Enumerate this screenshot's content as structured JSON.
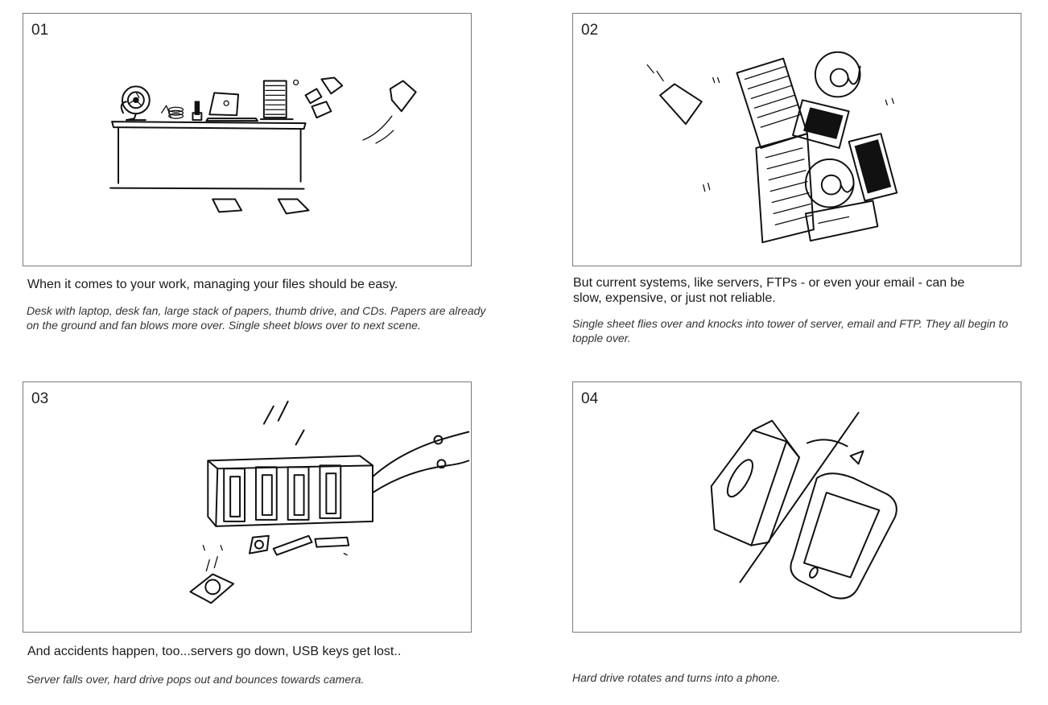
{
  "panels": [
    {
      "number": "01",
      "caption": "When it comes to your work, managing your files should be easy.",
      "note": "Desk with laptop, desk fan, large stack of papers, thumb drive, and CDs. Papers are already on the ground and fan blows more over. Single sheet blows over to next scene."
    },
    {
      "number": "02",
      "caption": "But current systems, like servers, FTPs - or even your email - can be slow, expensive, or just not reliable.",
      "note": "Single sheet flies over and knocks into tower of server, email and FTP. They all begin to topple over."
    },
    {
      "number": "03",
      "caption": "And accidents happen, too...servers go down, USB keys get lost..",
      "note": "Server falls over, hard drive pops out and bounces towards camera."
    },
    {
      "number": "04",
      "caption": "",
      "note": "Hard drive rotates and turns into a phone."
    }
  ]
}
